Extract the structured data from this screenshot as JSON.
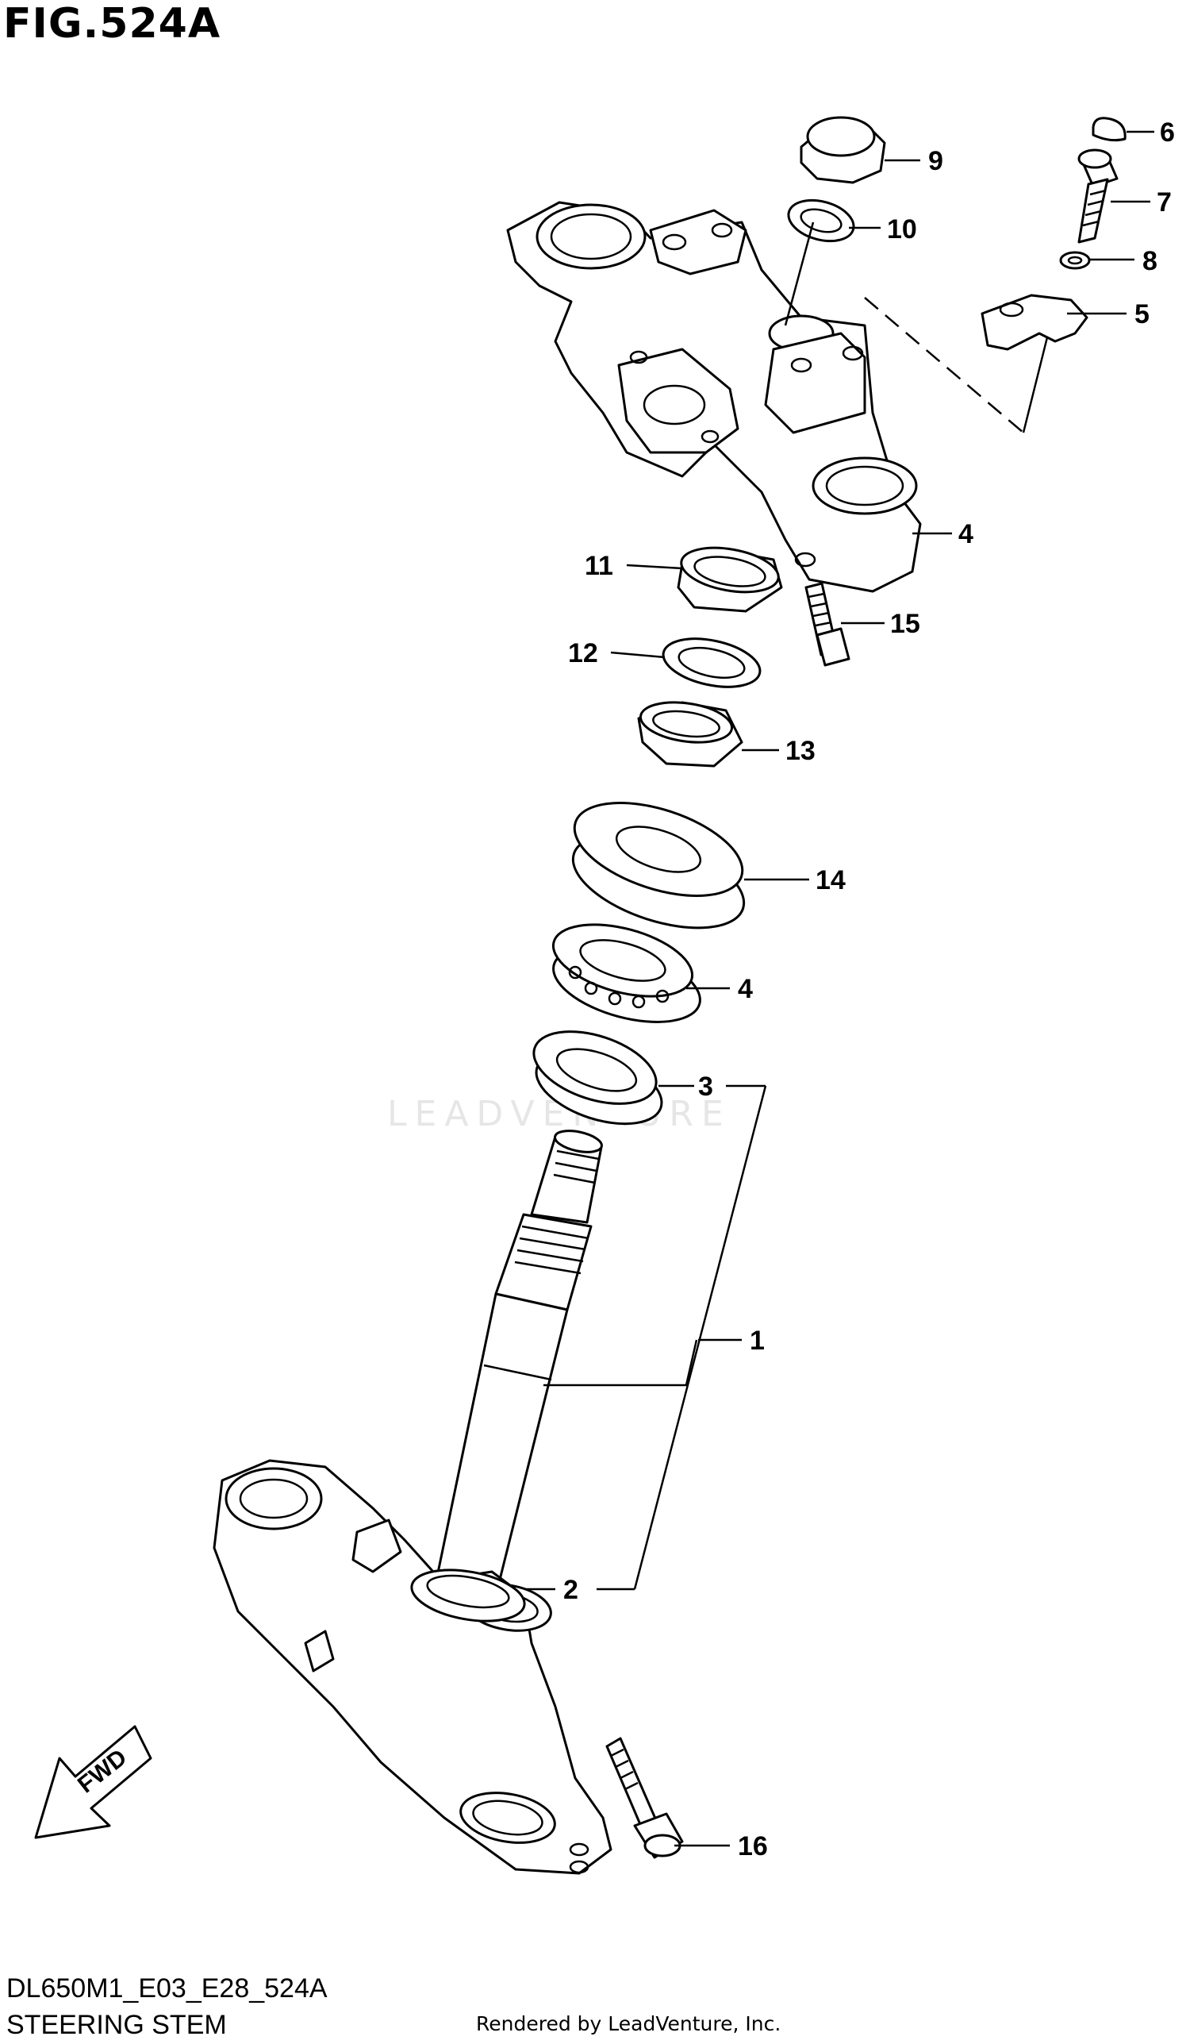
{
  "figure": {
    "title": "FIG.524A",
    "model_code": "DL650M1_E03_E28_524A",
    "section_name": "STEERING STEM",
    "render_credit": "Rendered by LeadVenture, Inc.",
    "watermark": "LEADVENTURE"
  },
  "direction_arrow": {
    "label": "FWD",
    "icon": "fwd-arrow-icon"
  },
  "callouts": [
    {
      "id": "c9",
      "label": "9"
    },
    {
      "id": "c6",
      "label": "6"
    },
    {
      "id": "c7",
      "label": "7"
    },
    {
      "id": "c10",
      "label": "10"
    },
    {
      "id": "c8",
      "label": "8"
    },
    {
      "id": "c5",
      "label": "5"
    },
    {
      "id": "c4a",
      "label": "4"
    },
    {
      "id": "c11",
      "label": "11"
    },
    {
      "id": "c15",
      "label": "15"
    },
    {
      "id": "c12",
      "label": "12"
    },
    {
      "id": "c13",
      "label": "13"
    },
    {
      "id": "c14",
      "label": "14"
    },
    {
      "id": "c4b",
      "label": "4"
    },
    {
      "id": "c3",
      "label": "3"
    },
    {
      "id": "c1",
      "label": "1"
    },
    {
      "id": "c2",
      "label": "2"
    },
    {
      "id": "c16",
      "label": "16"
    }
  ]
}
